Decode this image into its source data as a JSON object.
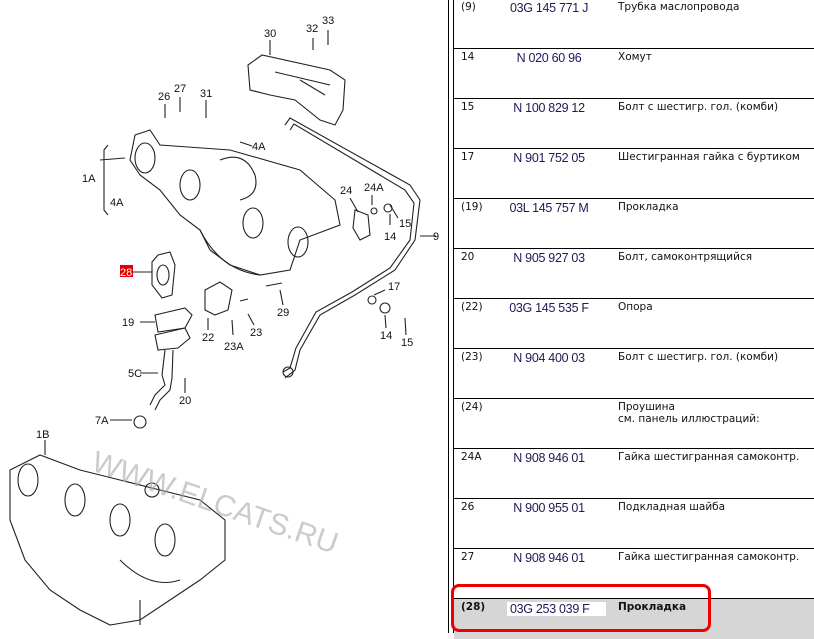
{
  "diagram": {
    "labels": {
      "l30": "30",
      "l32": "32",
      "l33": "33",
      "l26": "26",
      "l27": "27",
      "l31": "31",
      "l4a_top": "4A",
      "l1a": "1A",
      "l4a": "4A",
      "l24": "24",
      "l24a": "24A",
      "l15a": "15",
      "l14a": "14",
      "l9": "9",
      "l28": "28",
      "l17": "17",
      "l29": "29",
      "l19": "19",
      "l22": "22",
      "l23": "23",
      "l23a": "23A",
      "l14b": "14",
      "l15b": "15",
      "l5c": "5C",
      "l20": "20",
      "l7a": "7A",
      "l1b": "1B"
    },
    "watermark": "WWW.ELCATS.RU",
    "highlight_color": "#e00000"
  },
  "table": {
    "rows": [
      {
        "pos": "(9)",
        "part": "03G 145 771 J",
        "name": "Трубка маслопровода"
      },
      {
        "pos": "14",
        "part": "N 020 60 96",
        "name": "Хомут"
      },
      {
        "pos": "15",
        "part": "N 100 829 12",
        "name": "Болт с шестигр. гол. (комби)"
      },
      {
        "pos": "17",
        "part": "N 901 752 05",
        "name": "Шестигранная гайка с буртиком"
      },
      {
        "pos": "(19)",
        "part": "03L 145 757 M",
        "name": "Прокладка"
      },
      {
        "pos": "20",
        "part": "N 905 927 03",
        "name": "Болт, самоконтрящийся"
      },
      {
        "pos": "(22)",
        "part": "03G 145 535 F",
        "name": "Опора"
      },
      {
        "pos": "(23)",
        "part": "N 904 400 03",
        "name": "Болт с шестигр. гол. (комби)"
      },
      {
        "pos": "(24)",
        "part": "",
        "name": "Проушина",
        "note": "см. панель иллюстраций:"
      },
      {
        "pos": "24A",
        "part": "N 908 946 01",
        "name": "Гайка шестигранная самоконтр."
      },
      {
        "pos": "26",
        "part": "N 900 955 01",
        "name": "Подкладная шайба"
      },
      {
        "pos": "27",
        "part": "N 908 946 01",
        "name": "Гайка шестигранная самоконтр."
      },
      {
        "pos": "(28)",
        "part": "03G 253 039 F",
        "name": "Прокладка",
        "selected": true
      }
    ]
  }
}
